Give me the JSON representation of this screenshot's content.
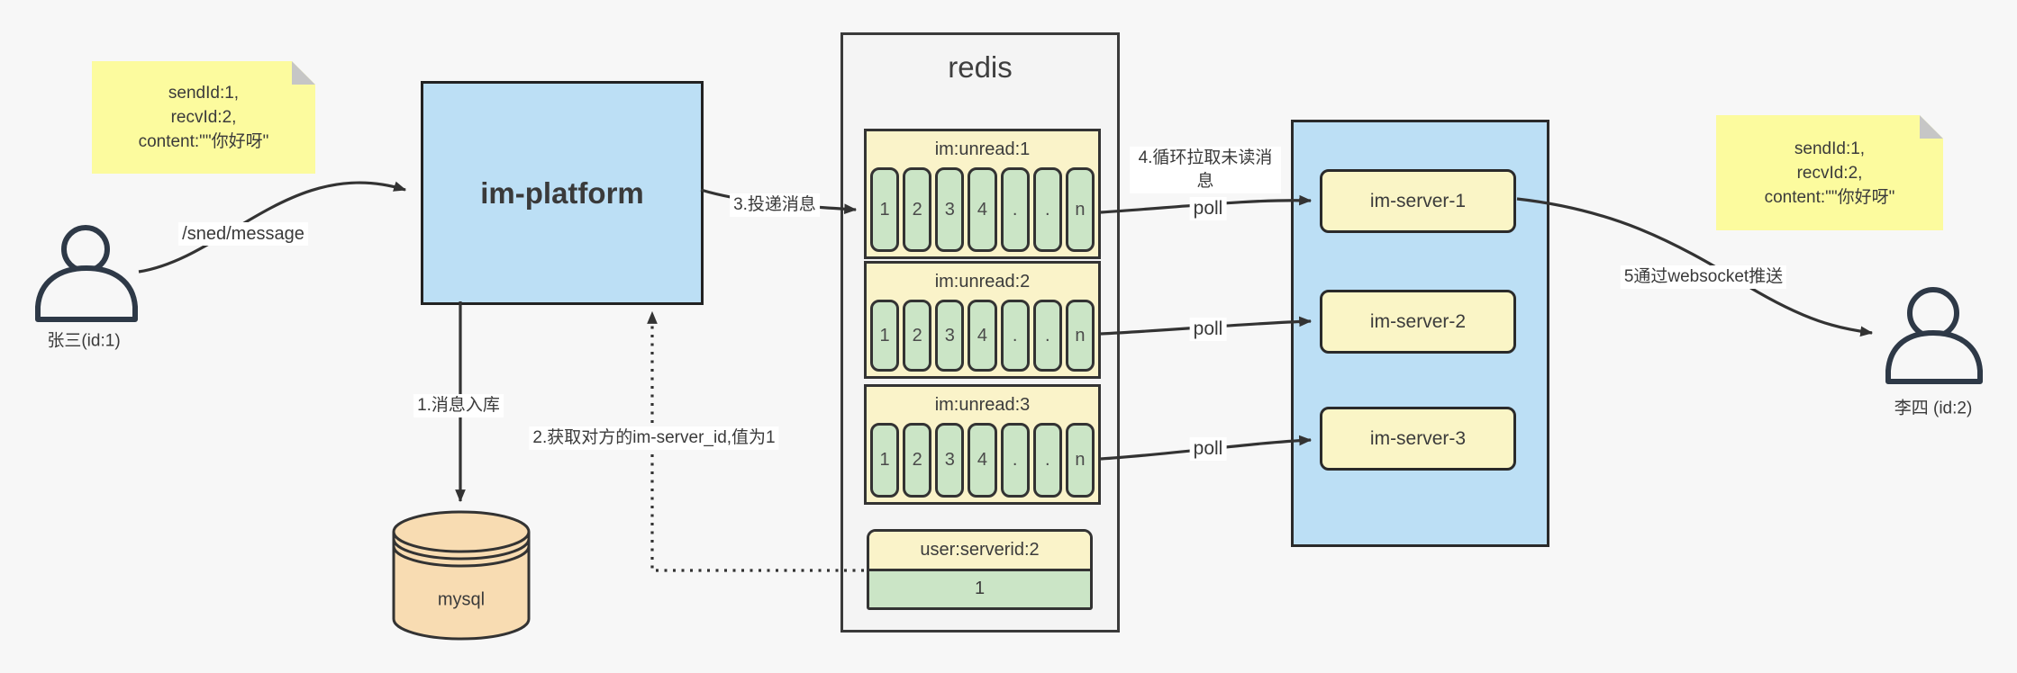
{
  "notes": {
    "left": {
      "lines": [
        "sendId:1,",
        "recvId:2,",
        "content:\"\"你好呀\""
      ]
    },
    "right": {
      "lines": [
        "sendId:1,",
        "recvId:2,",
        "content:\"\"你好呀\""
      ]
    }
  },
  "actors": {
    "sender": {
      "label": "张三(id:1)"
    },
    "receiver": {
      "label": "李四 (id:2)"
    }
  },
  "platform": {
    "label": "im-platform"
  },
  "database": {
    "label": "mysql"
  },
  "redis": {
    "title": "redis",
    "queues": [
      {
        "name": "im:unread:1",
        "cells": [
          "1",
          "2",
          "3",
          "4",
          ".",
          ".",
          "n"
        ]
      },
      {
        "name": "im:unread:2",
        "cells": [
          "1",
          "2",
          "3",
          "4",
          ".",
          ".",
          "n"
        ]
      },
      {
        "name": "im:unread:3",
        "cells": [
          "1",
          "2",
          "3",
          "4",
          ".",
          ".",
          "n"
        ]
      }
    ],
    "kv": {
      "key": "user:serverid:2",
      "value": "1"
    }
  },
  "servers": [
    {
      "label": "im-server-1"
    },
    {
      "label": "im-server-2"
    },
    {
      "label": "im-server-3"
    }
  ],
  "edges": {
    "send": {
      "label": "/sned/message"
    },
    "store": {
      "label": "1.消息入库"
    },
    "lookup": {
      "label": "2.获取对方的im-server_id,值为1"
    },
    "deliver": {
      "label": "3.投递消息"
    },
    "pull": {
      "label": "4.循环拉取未读消息"
    },
    "poll1": {
      "label": "poll"
    },
    "poll2": {
      "label": "poll"
    },
    "poll3": {
      "label": "poll"
    },
    "push": {
      "label": "5通过websocket推送"
    }
  },
  "colors": {
    "background": "#f7f7f7",
    "note_yellow": "#fcfb9e",
    "box_blue": "#bcdff5",
    "queue_yellow": "#faf3c9",
    "cell_green": "#cbe5c6",
    "db_tan": "#f8dcb2",
    "line_dark": "#333333"
  }
}
